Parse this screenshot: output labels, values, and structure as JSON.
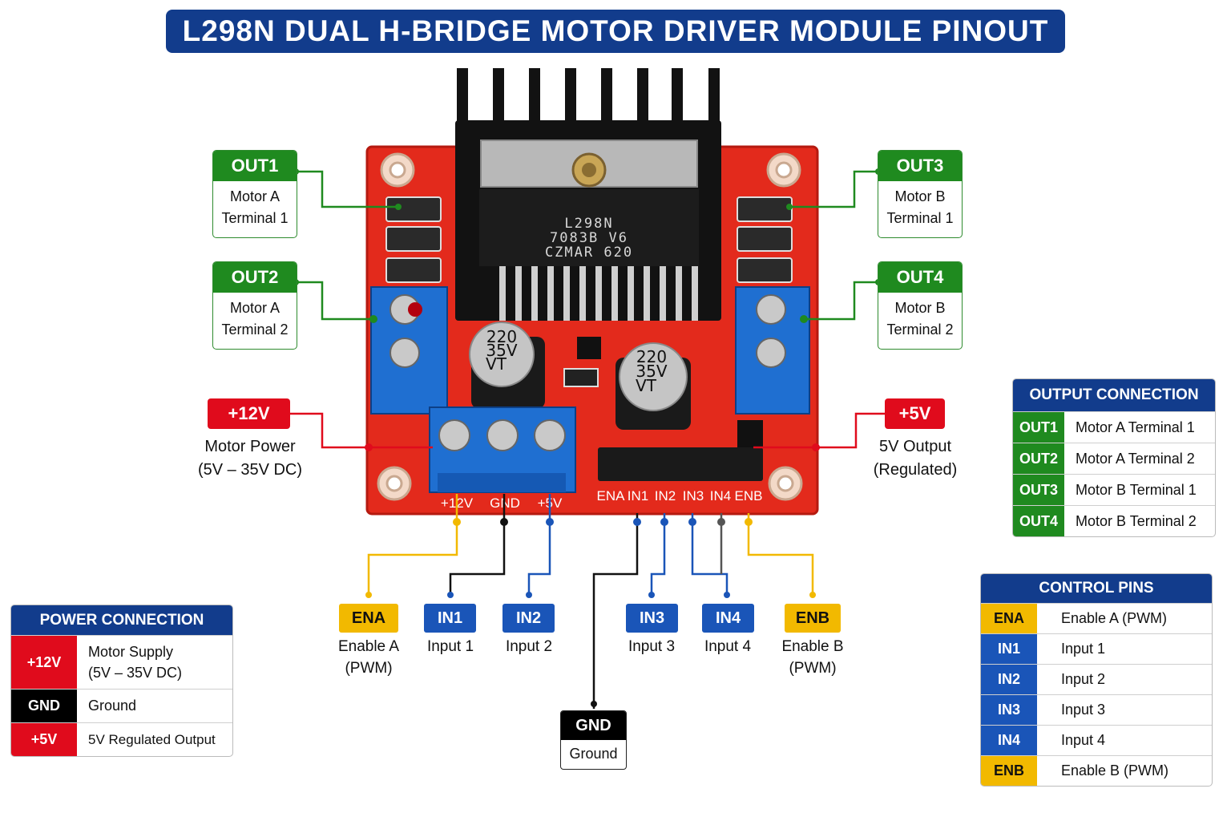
{
  "title": "L298N DUAL H-BRIDGE MOTOR DRIVER MODULE PINOUT",
  "board": {
    "chip_lines": [
      "L298N",
      "7083B V6",
      "CZMAR 620"
    ],
    "cap_left": [
      "220",
      "35V",
      "VT"
    ],
    "cap_right": [
      "220",
      "35V",
      "VT"
    ],
    "silk_power": [
      "+12V",
      "GND",
      "+5V"
    ],
    "silk_header": [
      "ENA",
      "IN1",
      "IN2",
      "IN3",
      "IN4",
      "ENB"
    ]
  },
  "callouts": {
    "out1": {
      "label": "OUT1",
      "line1": "Motor A",
      "line2": "Terminal 1"
    },
    "out2": {
      "label": "OUT2",
      "line1": "Motor A",
      "line2": "Terminal 2"
    },
    "out3": {
      "label": "OUT3",
      "line1": "Motor B",
      "line2": "Terminal 1"
    },
    "out4": {
      "label": "OUT4",
      "line1": "Motor B",
      "line2": "Terminal 2"
    },
    "v12": {
      "label": "+12V",
      "line1": "Motor Power",
      "line2": "(5V – 35V DC)"
    },
    "v5": {
      "label": "+5V",
      "line1": "5V Output",
      "line2": "(Regulated)"
    }
  },
  "pins": {
    "ena": {
      "label": "ENA",
      "line1": "Enable A",
      "line2": "(PWM)"
    },
    "in1": {
      "label": "IN1",
      "line1": "Input 1"
    },
    "in2": {
      "label": "IN2",
      "line1": "Input 2"
    },
    "in3": {
      "label": "IN3",
      "line1": "Input 3"
    },
    "in4": {
      "label": "IN4",
      "line1": "Input 4"
    },
    "enb": {
      "label": "ENB",
      "line1": "Enable B",
      "line2": "(PWM)"
    },
    "gnd": {
      "label": "GND",
      "line1": "Ground"
    }
  },
  "power_table": {
    "title": "POWER CONNECTION",
    "rows": [
      {
        "key": "+12V",
        "line1": "Motor Supply",
        "line2": "(5V – 35V DC)"
      },
      {
        "key": "GND",
        "line1": "Ground",
        "line2": ""
      },
      {
        "key": "+5V",
        "line1": "5V Regulated Output",
        "line2": ""
      }
    ]
  },
  "output_table": {
    "title": "OUTPUT CONNECTION",
    "rows": [
      {
        "key": "OUT1",
        "value": "Motor A Terminal 1"
      },
      {
        "key": "OUT2",
        "value": "Motor A Terminal 2"
      },
      {
        "key": "OUT3",
        "value": "Motor B Terminal 1"
      },
      {
        "key": "OUT4",
        "value": "Motor B Terminal 2"
      }
    ]
  },
  "control_table": {
    "title": "CONTROL PINS",
    "rows": [
      {
        "key": "ENA",
        "value": "Enable A (PWM)"
      },
      {
        "key": "IN1",
        "value": "Input 1"
      },
      {
        "key": "IN2",
        "value": "Input 2"
      },
      {
        "key": "IN3",
        "value": "Input 3"
      },
      {
        "key": "IN4",
        "value": "Input 4"
      },
      {
        "key": "ENB",
        "value": "Enable B (PWM)"
      }
    ]
  },
  "colors": {
    "title_bg": "#123c8c",
    "output_green": "#1f8a1f",
    "power_red": "#e00b1c",
    "ground_black": "#000000",
    "control_blue": "#1a55b8",
    "enable_yellow": "#f2b900",
    "pcb_red": "#e32a1c",
    "terminal_blue": "#1f6fd1"
  }
}
